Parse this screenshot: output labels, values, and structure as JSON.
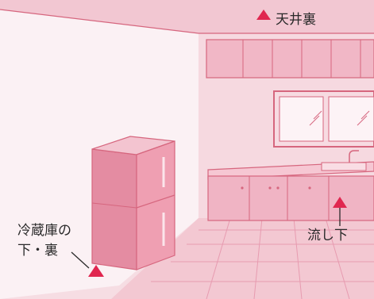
{
  "colors": {
    "wall_back": "#f5d6de",
    "wall_left": "#fbeef2",
    "ceiling": "#f2c7d2",
    "floor": "#f3c6d1",
    "line": "#d6667e",
    "marker": "#e0264f",
    "appliance": "#ef9fb2",
    "appliance_dark": "#e48ca2"
  },
  "labels": {
    "ceiling_back": "天井裏",
    "fridge_line1": "冷蔵庫の",
    "fridge_line2": "下・裏",
    "sink_under": "流し下"
  },
  "icons": {
    "marker": "triangle-up-marker-icon"
  }
}
